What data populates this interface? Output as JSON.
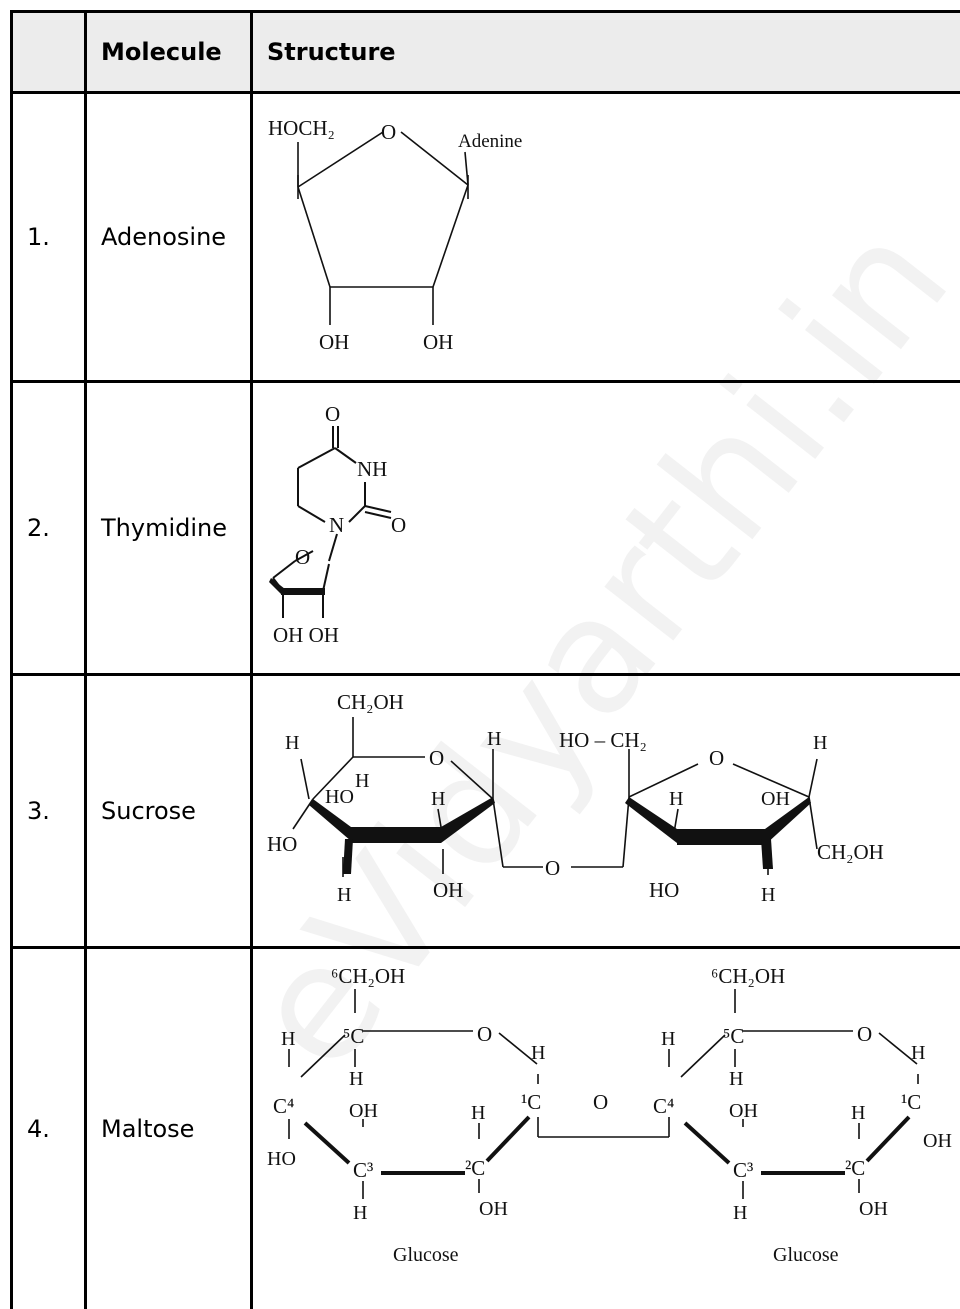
{
  "table": {
    "headers": {
      "index": "",
      "molecule": "Molecule",
      "structure": "Structure"
    },
    "rows": [
      {
        "num": "1.",
        "molecule": "Adenosine"
      },
      {
        "num": "2.",
        "molecule": "Thymidine"
      },
      {
        "num": "3.",
        "molecule": "Sucrose"
      },
      {
        "num": "4.",
        "molecule": "Maltose"
      }
    ]
  },
  "adenosine": {
    "hoch2": "HOCH₂",
    "o": "O",
    "adenine": "Adenine",
    "oh1": "OH",
    "oh2": "OH"
  },
  "thymidine": {
    "o_top": "O",
    "nh": "NH",
    "o_right": "O",
    "n": "N",
    "o_ring": "O",
    "oh": "OH OH"
  },
  "sucrose": {
    "ch2oh_top": "CH₂OH",
    "h_left": "H",
    "o1": "O",
    "h_mid": "H",
    "ho_ch2": "HO – CH₂",
    "o2": "O",
    "h_right": "H",
    "ho_a": "HO",
    "h_a": "H",
    "h_b": "H",
    "h_c": "H",
    "oh_d": "OH",
    "ho_left": "HO",
    "o_bridge": "O",
    "ch2oh_right": "CH₂OH",
    "h_bottom1": "H",
    "oh_bottom": "OH",
    "ho_bottom": "HO",
    "h_bottom2": "H"
  },
  "maltose": {
    "ch2oh": "⁶CH₂OH",
    "c5": "⁵C",
    "o_ring": "O",
    "h": "H",
    "c1": "¹C",
    "c4": "C⁴",
    "c3": "C³",
    "c2": "²C",
    "oh": "OH",
    "ho": "HO",
    "o_bridge": "O",
    "glucose": "Glucose"
  },
  "watermark": "eVidyarthi.in"
}
